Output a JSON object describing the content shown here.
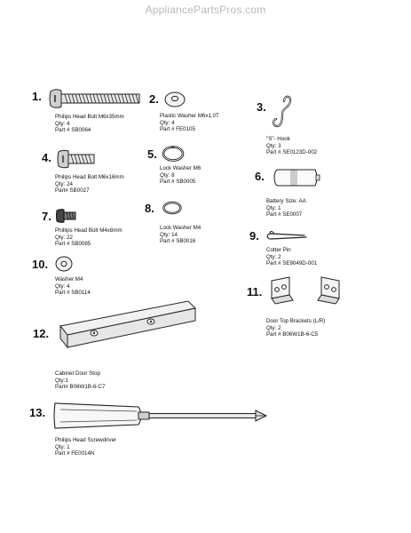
{
  "watermark": "AppliancePartsPros.com",
  "parts": [
    {
      "number": "1.",
      "name": "Philips Head Bolt M6x35mm",
      "qty": "Qty: 4",
      "part": "Part # SB0064",
      "icon": "long-bolt-icon"
    },
    {
      "number": "2.",
      "name": "Plastic Washer M6x1.0T",
      "qty": "Qty: 4",
      "part": "Part # FE0105",
      "icon": "plastic-washer-icon"
    },
    {
      "number": "3.",
      "name": "\"S\"- Hook",
      "qty": "Qty: 3",
      "part": "Part # SE0123D-002",
      "icon": "s-hook-icon"
    },
    {
      "number": "4.",
      "name": "Philips Head Bolt M6x16mm",
      "qty": "Qty: 24",
      "part": "Part# SB0027",
      "icon": "medium-bolt-icon"
    },
    {
      "number": "5.",
      "name": "Lock Washer M6",
      "qty": "Qty: 8",
      "part": "Part # SB0005",
      "icon": "lock-washer-m6-icon"
    },
    {
      "number": "6.",
      "name": "Battery Size: AA",
      "qty": "Qty: 1",
      "part": "Part # SE0007",
      "icon": "battery-icon"
    },
    {
      "number": "7.",
      "name": "Phillips Head Bolt M4x8mm",
      "qty": "Qty: 22",
      "part": "Part # SB0085",
      "icon": "short-bolt-icon"
    },
    {
      "number": "8.",
      "name": "Lock Washer M4",
      "qty": "Qty: 14",
      "part": "Part # SB0016",
      "icon": "lock-washer-m4-icon"
    },
    {
      "number": "9.",
      "name": "Cotter Pin",
      "qty": "Qty: 2",
      "part": "Part # SE9049D-001",
      "icon": "cotter-pin-icon"
    },
    {
      "number": "10.",
      "name": "Washer M4",
      "qty": "Qty: 4",
      "part": "Part # SB0114",
      "icon": "washer-m4-icon"
    },
    {
      "number": "11.",
      "name": "Door Top Brackets (L/R)",
      "qty": "Qty: 2",
      "part": "Part # B06W1B-6-C5",
      "icon": "door-brackets-icon"
    },
    {
      "number": "12.",
      "name": "Cabinet Door Stop",
      "qty": "Qty:1",
      "part": "Part# B06W1B-6-C7",
      "icon": "door-stop-icon"
    },
    {
      "number": "13.",
      "name": "Philips Head Screwdriver",
      "qty": "Qty: 1",
      "part": "Part # FE0014N",
      "icon": "screwdriver-icon"
    }
  ]
}
